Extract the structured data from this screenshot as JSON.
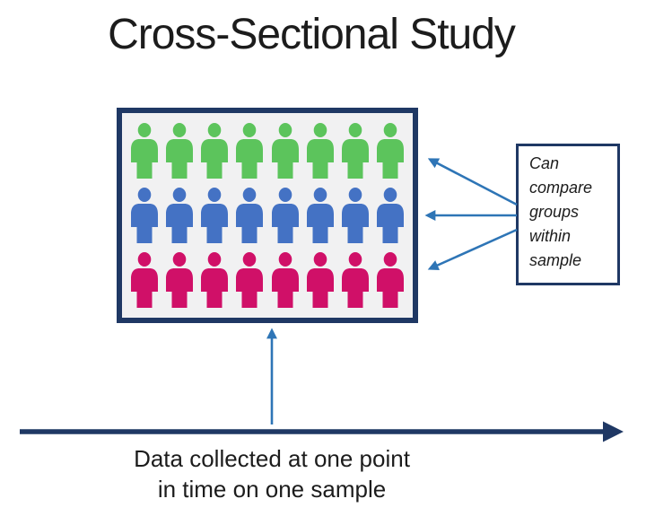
{
  "title": "Cross-Sectional Study",
  "colors": {
    "navy": "#1f3864",
    "steel": "#2e75b6",
    "box-bg": "#f1f1f2",
    "ink": "#1c1c1c",
    "note-bg": "#ffffff"
  },
  "population": {
    "rows": [
      {
        "group": "green-group",
        "color": "#5cc45c",
        "count": 8
      },
      {
        "group": "blue-group",
        "color": "#4472c4",
        "count": 8
      },
      {
        "group": "pink-group",
        "color": "#d01068",
        "count": 8
      }
    ]
  },
  "note": {
    "text": "Can compare groups within sample"
  },
  "timeline": {
    "caption_line1": "Data collected at one point",
    "caption_line2": "in time on one sample"
  }
}
